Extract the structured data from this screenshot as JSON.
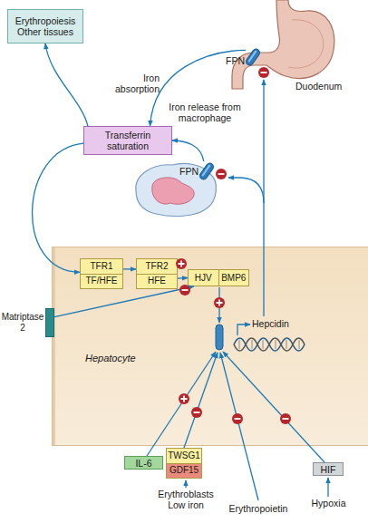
{
  "diagram": {
    "nodes": [
      {
        "text": [
          "Erythropoiesis Other tissues"
        ]
      },
      {
        "text": [
          "FPN"
        ]
      },
      {
        "text": [
          "Transferrin saturation"
        ]
      },
      {
        "text": [
          "FPN"
        ]
      },
      {
        "text": [
          "Hepatocyte"
        ]
      },
      {
        "text": [
          "TFR1",
          "TF/HFE"
        ],
        "in": 4
      },
      {
        "text": [
          "TFR2",
          "HFE"
        ],
        "in": 4
      },
      {
        "text": [
          "HJV",
          "BMP6"
        ],
        "in": 4
      },
      {
        "text": [
          "Matriptase 2"
        ]
      },
      {
        "text": [
          "IL-6"
        ]
      },
      {
        "text": [
          "TWSG1",
          "GDF15"
        ]
      },
      {
        "text": [
          "HIF"
        ]
      }
    ],
    "edges": [
      {
        "from": 1,
        "to": 2,
        "label": "Iron absorption",
        "arrow": "to"
      },
      {
        "from": 3,
        "to": 2,
        "label": "Iron release from macrophage",
        "arrow": "to"
      },
      {
        "from": 2,
        "to": 0,
        "arrow": "to"
      },
      {
        "from": 2,
        "to": 5,
        "arrow": "to"
      },
      {
        "from": 5,
        "to": 6,
        "arrow": "to"
      },
      {
        "from": 6,
        "to": 7,
        "arrow": "to"
      },
      {
        "from": 8,
        "to": 7,
        "arrow": "to"
      }
    ],
    "labels": [
      "Duodenum",
      "Hepcidin",
      "Erythroblasts Low iron",
      "Erythropoietin",
      "Hypoxia"
    ]
  }
}
